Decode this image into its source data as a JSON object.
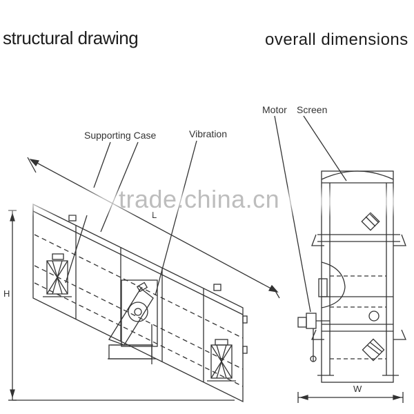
{
  "headings": {
    "left": "structural drawing",
    "right": "overall dimensions"
  },
  "labels": {
    "supporting_case": "Supporting Case",
    "vibration": "Vibration",
    "motor": "Motor",
    "screen": "Screen",
    "length": "L",
    "height": "H",
    "width": "W"
  },
  "watermark": "trade.china.cn",
  "colors": {
    "line": "#333333",
    "watermark": "#bdbdbd"
  }
}
